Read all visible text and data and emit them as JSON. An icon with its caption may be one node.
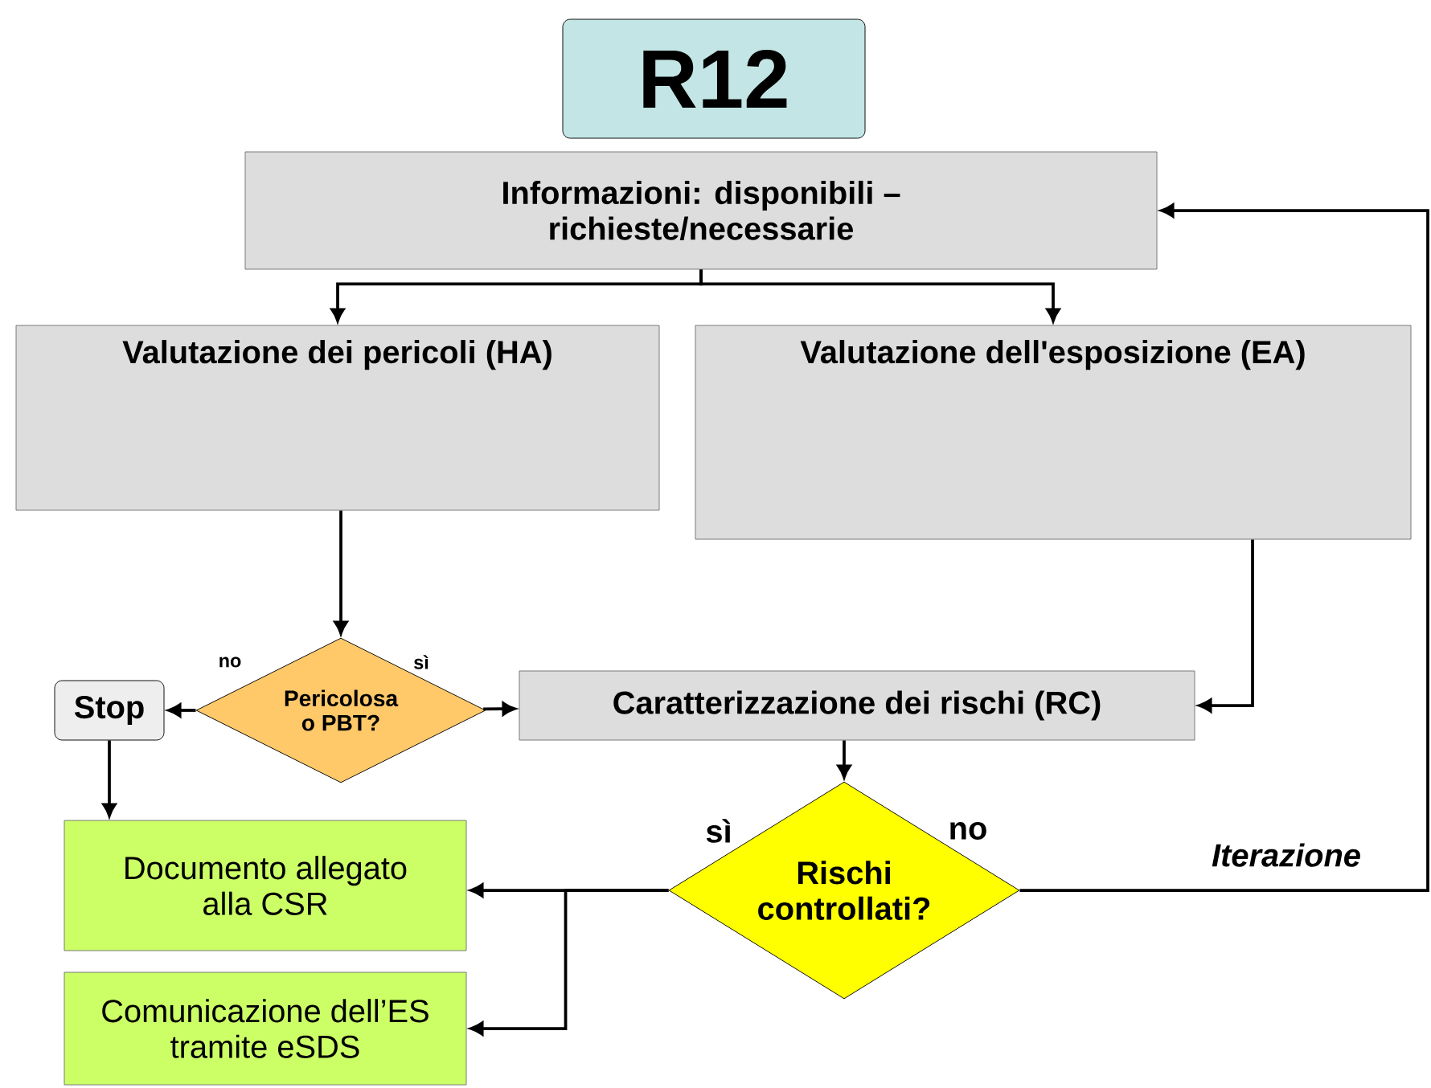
{
  "diagram": {
    "nodes": [
      {
        "text": [
          "R12"
        ]
      },
      {
        "text": [
          "Informazioni: disponibili – richieste/necessarie"
        ]
      },
      {
        "text": [
          "Valutazione dei pericoli (HA)"
        ]
      },
      {
        "text": [
          "Valutazione dell'esposizione (EA)"
        ]
      },
      {
        "text": [
          "Pericolosa o PBT?"
        ]
      },
      {
        "text": [
          "Stop"
        ]
      },
      {
        "text": [
          "Caratterizzazione dei rischi (RC)"
        ]
      },
      {
        "text": [
          "Rischi controllati?"
        ]
      },
      {
        "text": [
          "Documento allegato alla CSR"
        ]
      },
      {
        "text": [
          "Comunicazione dell’ES tramite eSDS"
        ]
      }
    ],
    "edges": [
      {
        "from": 1,
        "to": 2,
        "arrow": "to"
      },
      {
        "from": 1,
        "to": 3,
        "arrow": "to"
      },
      {
        "from": 2,
        "to": 4,
        "arrow": "to"
      },
      {
        "from": 4,
        "to": 5,
        "arrow": "to",
        "label": "no"
      },
      {
        "from": 4,
        "to": 6,
        "arrow": "to",
        "label": "sì"
      },
      {
        "from": 3,
        "to": 6,
        "arrow": "to"
      },
      {
        "from": 6,
        "to": 7,
        "arrow": "to"
      },
      {
        "from": 7,
        "to": 8,
        "arrow": "to",
        "label": "sì"
      },
      {
        "from": 7,
        "to": 9,
        "arrow": "to"
      },
      {
        "from": 7,
        "to": 1,
        "arrow": "to",
        "label": "no"
      },
      {
        "from": 5,
        "to": 8,
        "arrow": "to"
      }
    ],
    "labels": [
      "Iterazione"
    ]
  }
}
